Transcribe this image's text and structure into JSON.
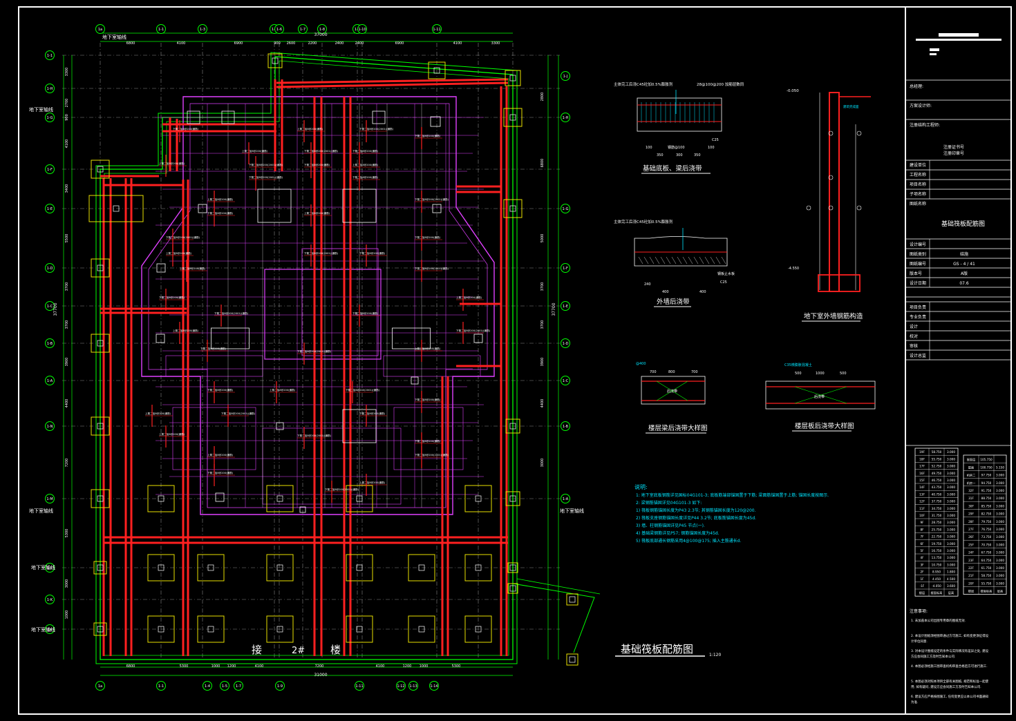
{
  "colors": {
    "background": "#000000",
    "grid": "#00ff00",
    "beam": "#ff2020",
    "slab": "#e040ff",
    "column": "#e8e000",
    "axis_line": "#ffffff",
    "text": "#ffffff",
    "notes": "#00e5ff"
  },
  "main": {
    "title": "基础筏板配筋图",
    "scale": "1:120",
    "building_label_left": "接",
    "building_label_mid": "2#",
    "building_label_right": "楼",
    "basement_axis_label": "地下室轴线",
    "top_total": "37000",
    "bottom_total": "31000",
    "top_axes": [
      "1a",
      "1-1",
      "1-3",
      "1-5",
      "1-6",
      "1-7",
      "1-8",
      "1-9",
      "1-10",
      "1-11"
    ],
    "top_dims": [
      "6800",
      "4100",
      "6900",
      "900",
      "2600",
      "2200",
      "2400",
      "2400",
      "6900",
      "4100",
      "3300"
    ],
    "bottom_axes": [
      "1a",
      "1-1",
      "1-4",
      "1-5",
      "1-7",
      "1-9",
      "1-11",
      "1-12",
      "1-13",
      "1-14"
    ],
    "bottom_dims": [
      "6800",
      "5300",
      "1000",
      "1200",
      "4100",
      "7200",
      "4100",
      "1200",
      "1000",
      "5300"
    ],
    "left_axes": [
      "1-1",
      "1-H",
      "1-G",
      "1-F",
      "1-E",
      "1-D",
      "1-C",
      "1-B",
      "1-A",
      "1-N",
      "1-M",
      "1-L",
      "1-K",
      "1a"
    ],
    "left_dims": [
      "3300",
      "2700",
      "900",
      "4100",
      "3400",
      "5500",
      "3700",
      "3700",
      "3900",
      "4400",
      "7200",
      "5300",
      "3000",
      "1000"
    ],
    "right_axes": [
      "1-J",
      "1-H",
      "1-G",
      "1-F",
      "1-E",
      "1-D",
      "1-C",
      "1-B",
      "1-A"
    ],
    "right_dims": [
      "2800",
      "6800",
      "5000",
      "3700",
      "3700",
      "3900",
      "4400",
      "3000"
    ],
    "side_total": "37700",
    "callout_labels": [
      "下筋二加8@200(通筋)",
      "上筋二加8@200(通筋)",
      "下筋二加8@200(2001)(通筋)"
    ]
  },
  "details": [
    {
      "title": "基础底板、梁后浇带",
      "top_note": "主体完工后浇C45砼加0.5%膨胀剂",
      "side_note": "28@100@200 加筋层数同",
      "bottom_note": "C25",
      "dims": [
        "100",
        "350",
        "300",
        "350",
        "100"
      ],
      "extra": "钢筋@100"
    },
    {
      "title": "外墙后浇带",
      "top_note": "主体完工后浇C45砼加0.5%膨胀剂",
      "bottom_note": "C25",
      "dims": [
        "240",
        "400",
        "400"
      ],
      "extra": "钢板止水板"
    },
    {
      "title": "地下室外墙钢筋构造",
      "top_note": "-0.050",
      "side_note": "建筑完成面",
      "elev": "-4.550"
    },
    {
      "title": "楼层梁后浇带大样图",
      "top_note": "@400",
      "dims": [
        "700",
        "800",
        "700"
      ],
      "extra": "后浇带"
    },
    {
      "title": "楼层板后浇带大样图",
      "top_note": "C35微膨胀混凝土",
      "dims": [
        "500",
        "1000",
        "500"
      ],
      "extra": "后浇带"
    }
  ],
  "notes": {
    "header": "说明:",
    "lines": [
      "1: 地下室底板钢筋详见国标04G101-3; 底板筋端部锚固置于下筋; 梁面筋锚固置于上筋; 锚固长度按图示.",
      "2: 梁钢筋锚固详见04G101-3 如下:",
      "1) 筏板钢筋锚固长度为P43 2.3节; 其钢筋锚固长度为120@200.",
      "2) 筏板支座钢筋锚固长度详见P44 3.2节; 底板筋锚固长度为45d.",
      "3) 墙、柱钢筋锚固详见P45 节点(一).",
      "4) 基础梁钢筋详见P57; 钢筋锚固长度为45d.",
      "5) 筏板底部通长钢筋采用4@100@175; 插入主筋通长d."
    ]
  },
  "title_block": {
    "rows_top": [
      "总经理:",
      "方案设计师:",
      "注册结构工程师:"
    ],
    "reg_lines": [
      "注册证书号",
      "注册印章号"
    ],
    "info_rows": [
      "建设单位",
      "工程名称",
      "项目名称",
      "子项名称"
    ],
    "drawing_name_label": "图纸名称",
    "drawing_name": "基础筏板配筋图",
    "meta": [
      {
        "label": "设计编号",
        "value": ""
      },
      {
        "label": "图纸类别",
        "value": "结施"
      },
      {
        "label": "图纸编号",
        "value": "GS - 4 / 41"
      },
      {
        "label": "版本号",
        "value": "A版"
      },
      {
        "label": "设计日期",
        "value": "07.6"
      }
    ],
    "sign_rows": [
      "项目负责",
      "专业负责",
      "设计",
      "校对",
      "审核",
      "设计总监"
    ],
    "floor_table_left": [
      [
        "19F",
        "58.750",
        "3.000"
      ],
      [
        "18F",
        "55.750",
        "3.000"
      ],
      [
        "17F",
        "52.750",
        "3.000"
      ],
      [
        "16F",
        "49.750",
        "3.000"
      ],
      [
        "15F",
        "46.750",
        "3.000"
      ],
      [
        "14F",
        "43.750",
        "3.000"
      ],
      [
        "13F",
        "40.750",
        "3.000"
      ],
      [
        "12F",
        "37.750",
        "3.000"
      ],
      [
        "11F",
        "34.750",
        "3.000"
      ],
      [
        "10F",
        "31.750",
        "3.000"
      ],
      [
        "9F",
        "28.750",
        "3.000"
      ],
      [
        "8F",
        "25.750",
        "3.000"
      ],
      [
        "7F",
        "22.750",
        "3.000"
      ],
      [
        "6F",
        "19.750",
        "3.000"
      ],
      [
        "5F",
        "16.750",
        "3.000"
      ],
      [
        "4F",
        "13.750",
        "3.000"
      ],
      [
        "3F",
        "10.750",
        "3.000"
      ],
      [
        "2F",
        "8.950",
        "1.800"
      ],
      [
        "1F",
        "4.450",
        "4.500"
      ],
      [
        "-1F",
        "-4.050",
        "3.600"
      ],
      [
        "楼层",
        "楼面标高",
        "层高"
      ]
    ],
    "floor_table_right": [
      [
        "屋面层",
        "105.750",
        ""
      ],
      [
        "屋面",
        "100.750",
        "5.150"
      ],
      [
        "机房二",
        "97.750",
        "3.000"
      ],
      [
        "机房一",
        "94.750",
        "3.000"
      ],
      [
        "32F",
        "91.750",
        "3.000"
      ],
      [
        "31F",
        "88.750",
        "3.000"
      ],
      [
        "30F",
        "85.750",
        "3.000"
      ],
      [
        "29F",
        "82.750",
        "3.000"
      ],
      [
        "28F",
        "79.750",
        "3.000"
      ],
      [
        "27F",
        "76.750",
        "3.000"
      ],
      [
        "26F",
        "73.750",
        "3.000"
      ],
      [
        "25F",
        "70.750",
        "3.000"
      ],
      [
        "24F",
        "67.750",
        "3.000"
      ],
      [
        "23F",
        "64.750",
        "3.000"
      ],
      [
        "22F",
        "61.750",
        "3.000"
      ],
      [
        "21F",
        "58.750",
        "3.000"
      ],
      [
        "20F",
        "55.750",
        "3.000"
      ],
      [
        "楼层",
        "楼面标高",
        "层高"
      ]
    ],
    "remarks_header": "注意事项:",
    "remarks": [
      "1. 未加盖本公司出图专用章的图纸无效.",
      "2. 本设计图纸须经图审通过方可施工, 如有变更须征得设计单位同意.",
      "3. 对本设计图纸设定的条件与实际情况有差异之处, 建设方应会同施工方及时告知本公司.",
      "4. 本图必须经施工图审查机构审查合格后方可进行施工.",
      "5. 本图必须对照本项目全部有关图纸, 规范和标准一起使用; 如有疑问, 建设方应会同施工方及时告知本公司.",
      "6. 建设方应严格按图施工, 任何变更应以本公司书面通知为准."
    ]
  }
}
